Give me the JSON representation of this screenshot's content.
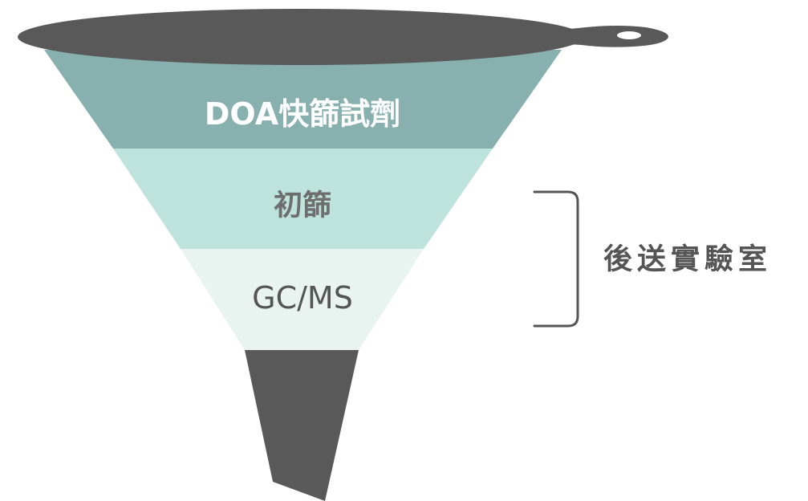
{
  "funnel": {
    "tiers": [
      {
        "label": "DOA快篩試劑",
        "color": "#87b0ae"
      },
      {
        "label": "初篩",
        "color": "#bde3dc"
      },
      {
        "label": "GC/MS",
        "color": "#e9f4f1"
      }
    ],
    "rim_color": "#595959",
    "spout_color": "#595959"
  },
  "bracket": {
    "label": "後送實驗室",
    "color": "#555555"
  }
}
